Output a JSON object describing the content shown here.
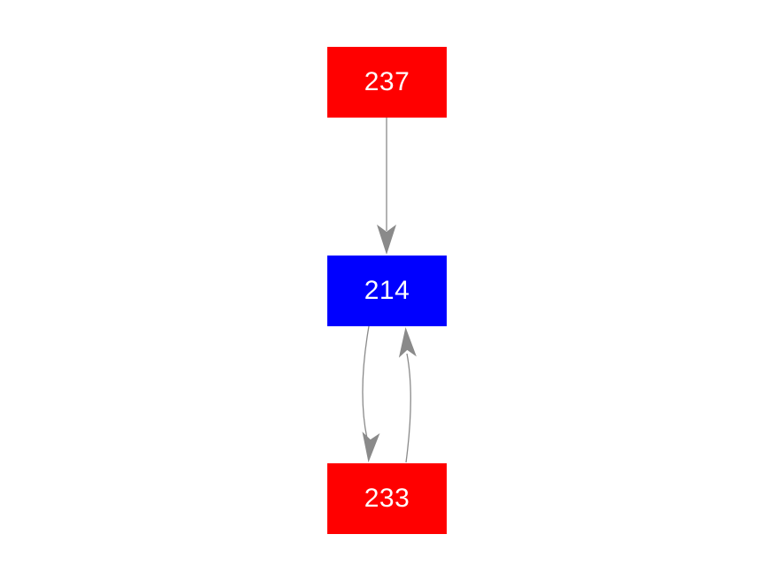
{
  "diagram": {
    "background": "#ffffff",
    "colors": {
      "red": "#ff0000",
      "blue": "#0000ff",
      "edge": "#8a8a8a",
      "label": "#ffffff"
    },
    "nodes": [
      {
        "id": "237",
        "label": "237",
        "color": "red"
      },
      {
        "id": "214",
        "label": "214",
        "color": "blue"
      },
      {
        "id": "233",
        "label": "233",
        "color": "red"
      }
    ],
    "edges": [
      {
        "from": "237",
        "to": "214",
        "shape": "straight",
        "arrowhead": "barbed-dart"
      },
      {
        "from": "214",
        "to": "233",
        "shape": "curved-left",
        "arrowhead": "barbed-dart"
      },
      {
        "from": "233",
        "to": "214",
        "shape": "curved-right",
        "arrowhead": "barbed-dart"
      }
    ]
  }
}
